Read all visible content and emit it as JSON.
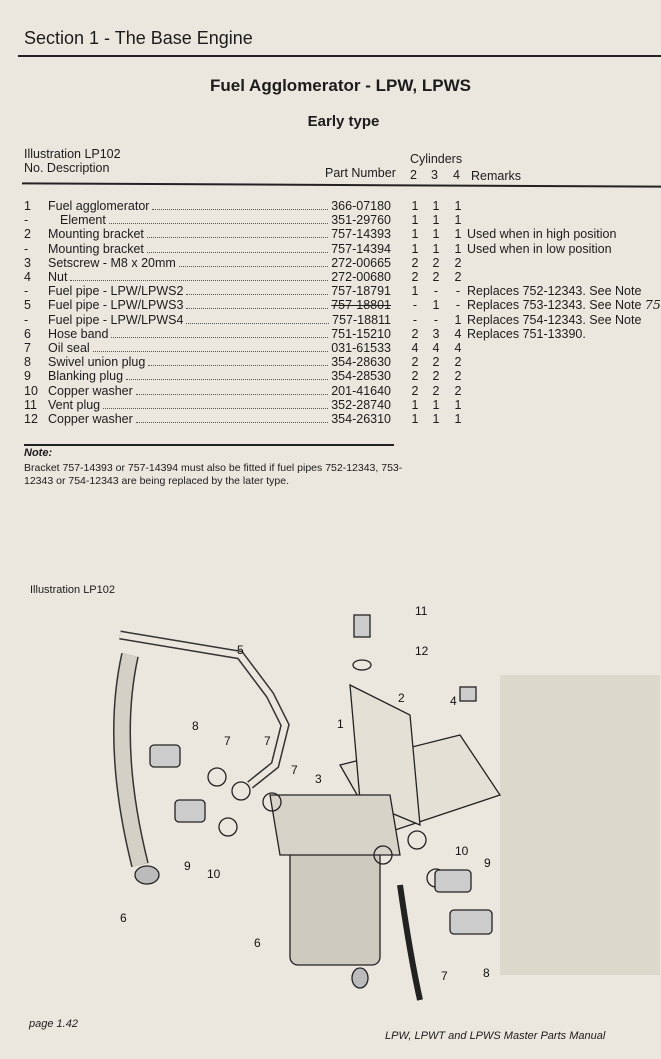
{
  "header": {
    "section": "Section 1 - The Base Engine",
    "title": "Fuel Agglomerator - LPW, LPWS",
    "subtitle": "Early type"
  },
  "table": {
    "illustration_ref": "Illustration LP102",
    "col_no_desc": "No. Description",
    "col_part": "Part Number",
    "col_cyl": "Cylinders",
    "cyl_heads": [
      "2",
      "3",
      "4"
    ],
    "col_remarks": "Remarks",
    "rows": [
      {
        "no": "1",
        "desc": "Fuel agglomerator",
        "part": "366-07180",
        "c2": "1",
        "c3": "1",
        "c4": "1",
        "remarks": ""
      },
      {
        "no": "-",
        "desc": "Element",
        "part": "351-29760",
        "c2": "1",
        "c3": "1",
        "c4": "1",
        "remarks": "",
        "indent": true
      },
      {
        "no": "2",
        "desc": "Mounting bracket",
        "part": "757-14393",
        "c2": "1",
        "c3": "1",
        "c4": "1",
        "remarks": "Used when in high position"
      },
      {
        "no": "-",
        "desc": "Mounting bracket",
        "part": "757-14394",
        "c2": "1",
        "c3": "1",
        "c4": "1",
        "remarks": "Used when in low position"
      },
      {
        "no": "3",
        "desc": "Setscrew - M8 x 20mm",
        "part": "272-00665",
        "c2": "2",
        "c3": "2",
        "c4": "2",
        "remarks": ""
      },
      {
        "no": "4",
        "desc": "Nut",
        "part": "272-00680",
        "c2": "2",
        "c3": "2",
        "c4": "2",
        "remarks": ""
      },
      {
        "no": "-",
        "desc": "Fuel pipe - LPW/LPWS2",
        "part": "757-18791",
        "c2": "1",
        "c3": "-",
        "c4": "-",
        "remarks": "Replaces 752-12343. See Note"
      },
      {
        "no": "5",
        "desc": "Fuel pipe - LPW/LPWS3",
        "part": "757-18801",
        "c2": "-",
        "c3": "1",
        "c4": "-",
        "remarks": "Replaces 753-12343. See Note",
        "struck": true,
        "handwritten": "75"
      },
      {
        "no": "-",
        "desc": "Fuel pipe - LPW/LPWS4",
        "part": "757-18811",
        "c2": "-",
        "c3": "-",
        "c4": "1",
        "remarks": "Replaces 754-12343. See Note"
      },
      {
        "no": "6",
        "desc": "Hose band",
        "part": "751-15210",
        "c2": "2",
        "c3": "3",
        "c4": "4",
        "remarks": "Replaces 751-13390."
      },
      {
        "no": "7",
        "desc": "Oil seal",
        "part": "031-61533",
        "c2": "4",
        "c3": "4",
        "c4": "4",
        "remarks": ""
      },
      {
        "no": "8",
        "desc": "Swivel union plug",
        "part": "354-28630",
        "c2": "2",
        "c3": "2",
        "c4": "2",
        "remarks": ""
      },
      {
        "no": "9",
        "desc": "Blanking plug",
        "part": "354-28530",
        "c2": "2",
        "c3": "2",
        "c4": "2",
        "remarks": ""
      },
      {
        "no": "10",
        "desc": "Copper washer",
        "part": "201-41640",
        "c2": "2",
        "c3": "2",
        "c4": "2",
        "remarks": ""
      },
      {
        "no": "11",
        "desc": "Vent plug",
        "part": "352-28740",
        "c2": "1",
        "c3": "1",
        "c4": "1",
        "remarks": ""
      },
      {
        "no": "12",
        "desc": "Copper washer",
        "part": "354-26310",
        "c2": "1",
        "c3": "1",
        "c4": "1",
        "remarks": ""
      }
    ]
  },
  "note": {
    "heading": "Note:",
    "text": "Bracket 757-14393 or 757-14394 must also be fitted if fuel pipes 752-12343, 753-12343 or 754-12343 are being replaced by the later type."
  },
  "illustration": {
    "label": "Illustration LP102",
    "callouts": [
      "11",
      "12",
      "5",
      "2",
      "4",
      "8",
      "7",
      "7",
      "7",
      "1",
      "3",
      "10",
      "9",
      "9",
      "10",
      "6",
      "6",
      "7",
      "8"
    ]
  },
  "footer": {
    "page": "page 1.42",
    "manual": "LPW, LPWT and LPWS Master Parts Manual"
  }
}
